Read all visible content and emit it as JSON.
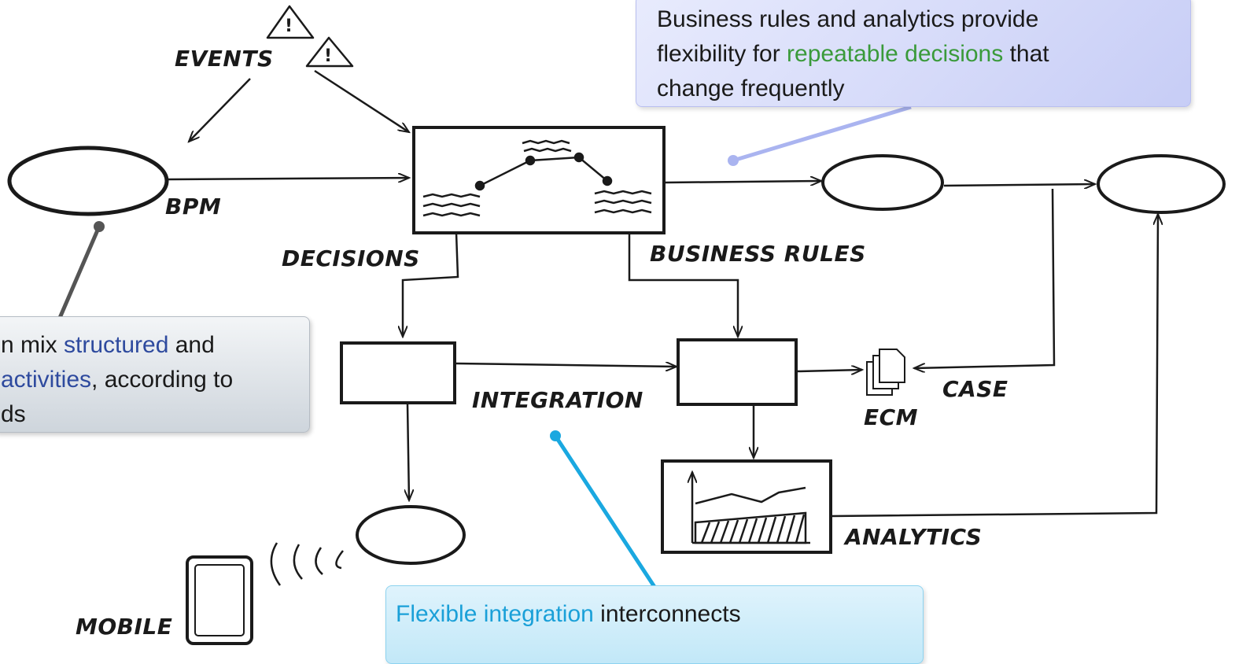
{
  "labels": {
    "events": "EVENTS",
    "bpm": "BPM",
    "decisions": "DECISIONS",
    "business_rules": "BUSINESS RULES",
    "integration": "INTEGRATION",
    "case": "CASE",
    "ecm": "ECM",
    "analytics": "ANALYTICS",
    "mobile": "MOBILE"
  },
  "callouts": {
    "rules": {
      "l1": "Business rules and analytics provide",
      "l2_pre": "flexibility for ",
      "l2_hl": "repeatable decisions",
      "l2_post": " that",
      "l3": "change frequently"
    },
    "bpm": {
      "l1_pre": "n mix ",
      "l1_hl": "structured",
      "l1_post": " and",
      "l2_hl": "activities",
      "l2_post": ", according to",
      "l3": "ds"
    },
    "integration": {
      "l1_hl": "Flexible integration",
      "l1_post": " interconnects"
    }
  },
  "colors": {
    "ink": "#1a1a1a",
    "rules_accent": "#3a9a3a",
    "bpm_accent": "#2e4a9e",
    "integration_accent": "#1aa0d8",
    "rules_pointer": "#aab4f0",
    "bpm_pointer": "#555555",
    "integration_pointer": "#1aa8e0"
  }
}
